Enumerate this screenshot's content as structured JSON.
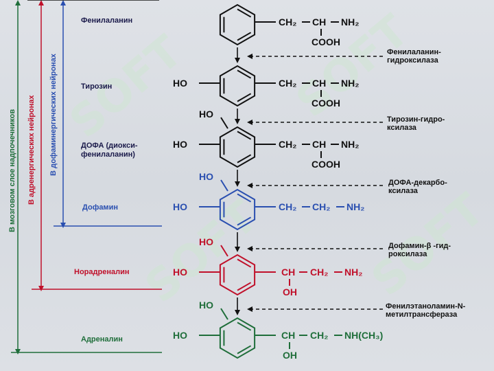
{
  "columns": {
    "adrenal": {
      "label": "В мозговом слое надпочечников",
      "color": "#1f6e3a"
    },
    "adrenergic": {
      "label": "В адренергических нейронах",
      "color": "#c0102a"
    },
    "dopaminergic": {
      "label": "В дофаминергических нейронах",
      "color": "#2a4fb0"
    }
  },
  "compounds": [
    {
      "name": "Фенилаланин",
      "color": "#1a1a4a"
    },
    {
      "name": "Тирозин",
      "color": "#1a1a4a"
    },
    {
      "name": "ДОФА (диокси-\nфенилаланин)",
      "color": "#1a1a4a"
    },
    {
      "name": "Дофамин",
      "color": "#2a4fb0"
    },
    {
      "name": "Норадреналин",
      "color": "#c0102a"
    },
    {
      "name": "Адреналин",
      "color": "#1f6e3a"
    }
  ],
  "enzymes": [
    {
      "name": "Фенилаланин-\nгидроксилаза"
    },
    {
      "name": "Тирозин-гидро-\nксилаза"
    },
    {
      "name": "ДОФА-декарбо-\nксилаза"
    },
    {
      "name": "Дофамин-β -гид-\nроксилаза"
    },
    {
      "name": "Фенилэтаноламин-N-\nметилтрансфераза"
    }
  ],
  "formula_text": {
    "ho": "HO",
    "ch2": "CH₂",
    "ch": "CH",
    "nh2": "NH₂",
    "cooh": "COOH",
    "oh": "OH",
    "nhch3": "NH(CH₃)",
    "dash": "—"
  },
  "watermark": "SOFT",
  "colors": {
    "black": "#111111",
    "blue": "#2a4fb0",
    "red": "#c0102a",
    "green": "#1f6e3a"
  }
}
